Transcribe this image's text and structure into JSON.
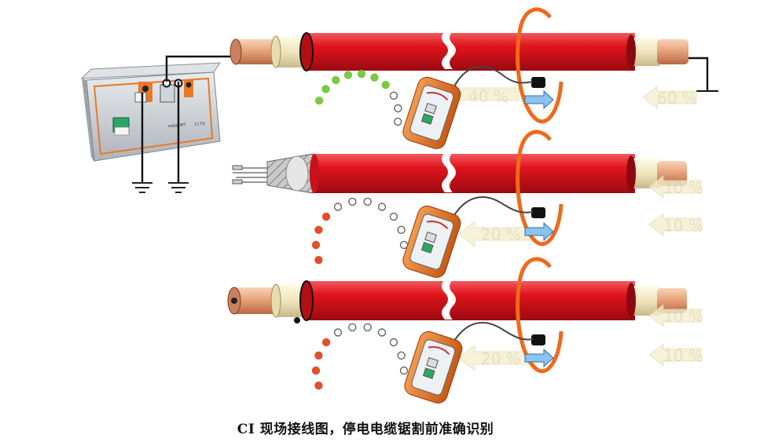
{
  "caption": "CI 现场接线图，停电电缆锯割前准确识别",
  "transmitter": {
    "brand": "sebaKMT",
    "model": "CI TX"
  },
  "ghost_labels": {
    "row1_receiver": "40 %",
    "row1_far": "60 %",
    "row2_receiver": "20 %",
    "row2_far_top": "10 %",
    "row2_far_bottom": "10 %",
    "row3_receiver": "20 %",
    "row3_far_top": "10 %",
    "row3_far_bottom": "10 %"
  },
  "signal_arcs": [
    {
      "id": "row1",
      "on": 7,
      "total": 10,
      "on_color": "#7ac943",
      "off_color": "#ffffff"
    },
    {
      "id": "row2",
      "on": 4,
      "total": 11,
      "on_color": "#e0502a",
      "off_color": "#ffffff"
    },
    {
      "id": "row3",
      "on": 4,
      "total": 11,
      "on_color": "#e0502a",
      "off_color": "#ffffff"
    }
  ],
  "colors": {
    "cable_red": "#e0141c",
    "copper": "#e8a47c",
    "insulation": "#f0e7c0",
    "receiver_orange": "#e8782a",
    "clamp_orange": "#f06a1c",
    "arrow_blue": "#8ec2ee"
  }
}
